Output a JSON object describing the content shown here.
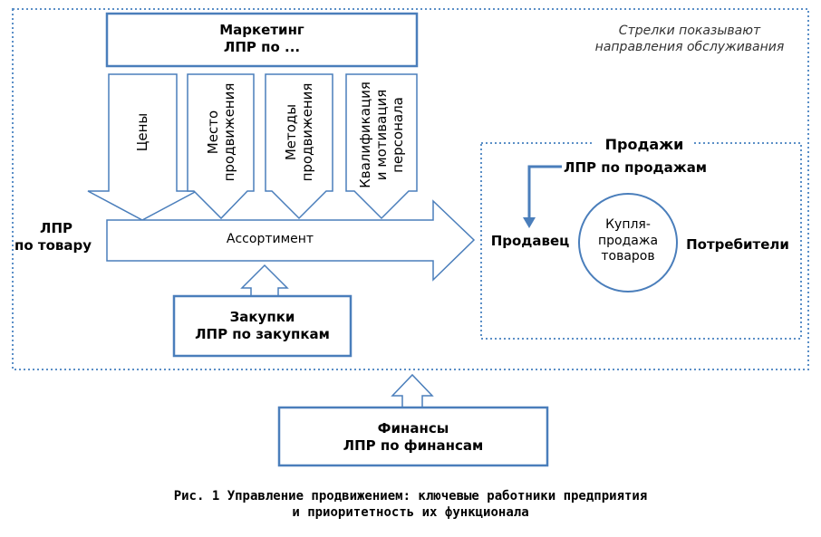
{
  "note": [
    "Стрелки показывают",
    "направления обслуживания"
  ],
  "marketing": {
    "title": "Маркетинг",
    "subtitle": "ЛПР по ..."
  },
  "columns": [
    {
      "lines": [
        "Цены"
      ]
    },
    {
      "lines": [
        "Место",
        "продвижения"
      ]
    },
    {
      "lines": [
        "Методы",
        "продвижения"
      ]
    },
    {
      "lines": [
        "Квалификация",
        "и мотивация",
        "персонала"
      ]
    }
  ],
  "assortment": "Ассортимент",
  "lpr_product": [
    "ЛПР",
    "по товару"
  ],
  "purchases": {
    "title": "Закупки",
    "subtitle": "ЛПР по закупкам"
  },
  "sales": {
    "title": "Продажи",
    "lpr": "ЛПР по продажам",
    "seller": "Продавец",
    "circle": [
      "Купля-",
      "продажа",
      "товаров"
    ],
    "consumers": "Потребители"
  },
  "finance": {
    "title": "Финансы",
    "subtitle": "ЛПР по финансам"
  },
  "caption": [
    "Рис. 1 Управление продвижением: ключевые работники предприятия",
    "и приоритетность их функционала"
  ],
  "colors": {
    "stroke": "#4a7ebb",
    "dotted": "#5b8fc7"
  }
}
